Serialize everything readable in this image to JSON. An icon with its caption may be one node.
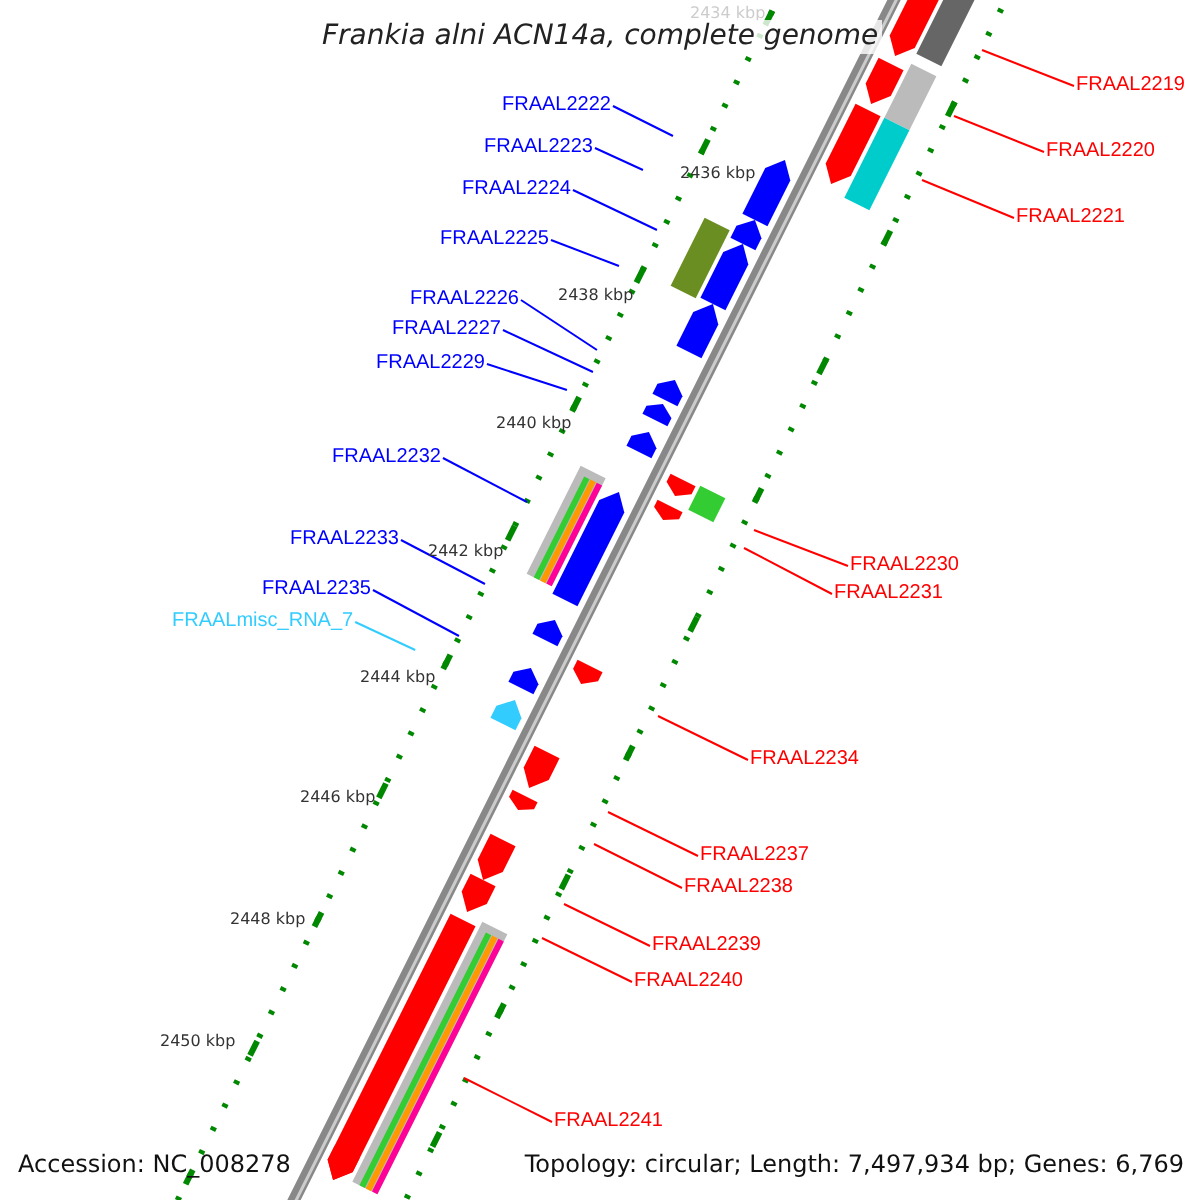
{
  "diagram": {
    "title": "Frankia alni ACN14a, complete genome",
    "nodes": [
      {
        "text": [
          "FRAAL2219"
        ]
      },
      {
        "text": [
          "FRAAL2222"
        ]
      },
      {
        "text": [
          "FRAAL2223"
        ]
      },
      {
        "text": [
          "FRAAL2220"
        ]
      },
      {
        "text": [
          "FRAAL2224"
        ]
      },
      {
        "text": [
          "FRAAL2221"
        ]
      },
      {
        "text": [
          "FRAAL2225"
        ]
      },
      {
        "text": [
          "FRAAL2226"
        ]
      },
      {
        "text": [
          "FRAAL2227"
        ]
      },
      {
        "text": [
          "FRAAL2229"
        ]
      },
      {
        "text": [
          "FRAAL2232"
        ]
      },
      {
        "text": [
          "FRAAL2233"
        ]
      },
      {
        "text": [
          "FRAAL2230"
        ]
      },
      {
        "text": [
          "FRAAL2235"
        ]
      },
      {
        "text": [
          "FRAAL2231"
        ]
      },
      {
        "text": [
          "FRAALmisc_RNA_7"
        ]
      },
      {
        "text": [
          "FRAAL2234"
        ]
      },
      {
        "text": [
          "FRAAL2237"
        ]
      },
      {
        "text": [
          "FRAAL2238"
        ]
      },
      {
        "text": [
          "FRAAL2239"
        ]
      },
      {
        "text": [
          "FRAAL2240"
        ]
      },
      {
        "text": [
          "FRAAL2241"
        ]
      }
    ],
    "edges": [
      {
        "from": 0,
        "to": null,
        "arrow": "none"
      },
      {
        "from": 1,
        "to": null,
        "arrow": "none",
        "color": "#0000ff"
      },
      {
        "from": 2,
        "to": null,
        "arrow": "none",
        "color": "#0000ff"
      },
      {
        "from": 3,
        "to": null,
        "arrow": "none"
      },
      {
        "from": 4,
        "to": null,
        "arrow": "none",
        "color": "#0000ff"
      },
      {
        "from": 5,
        "to": null,
        "arrow": "none"
      },
      {
        "from": 6,
        "to": null,
        "arrow": "none",
        "color": "#0000ff"
      },
      {
        "from": 7,
        "to": null,
        "arrow": "none",
        "color": "#0000ff"
      },
      {
        "from": 8,
        "to": null,
        "arrow": "none",
        "color": "#0000ff"
      },
      {
        "from": 9,
        "to": null,
        "arrow": "none",
        "color": "#0000ff"
      },
      {
        "from": 10,
        "to": null,
        "arrow": "none",
        "color": "#0000ff"
      },
      {
        "from": 11,
        "to": null,
        "arrow": "none",
        "color": "#0000ff"
      },
      {
        "from": 12,
        "to": null,
        "arrow": "none"
      },
      {
        "from": 13,
        "to": null,
        "arrow": "none",
        "color": "#0000ff"
      },
      {
        "from": 14,
        "to": null,
        "arrow": "none"
      },
      {
        "from": 15,
        "to": null,
        "arrow": "none",
        "color": "#33ccff"
      },
      {
        "from": 16,
        "to": null,
        "arrow": "none"
      },
      {
        "from": 17,
        "to": null,
        "arrow": "none"
      },
      {
        "from": 18,
        "to": null,
        "arrow": "none"
      },
      {
        "from": 19,
        "to": null,
        "arrow": "none"
      },
      {
        "from": 20,
        "to": null,
        "arrow": "none"
      },
      {
        "from": 21,
        "to": null,
        "arrow": "none"
      }
    ],
    "labels": [
      "2434 kbp",
      "2436 kbp",
      "2438 kbp",
      "2440 kbp",
      "2442 kbp",
      "2444 kbp",
      "2446 kbp",
      "2448 kbp",
      "2450 kbp",
      "Accession: NC_008278",
      "Topology: circular; Length: 7,497,934 bp; Genes: 6,769"
    ]
  }
}
